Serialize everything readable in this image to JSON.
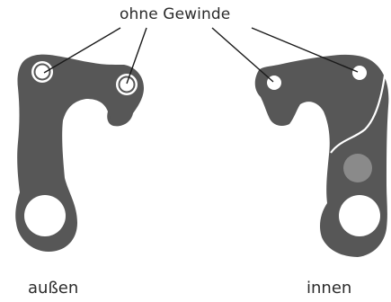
{
  "annotation": {
    "callout_label": "ohne Gewinde"
  },
  "captions": {
    "outer": "außen",
    "inner": "innen"
  },
  "colors": {
    "part_fill": "#575757",
    "hole_fill": "#ffffff",
    "inner_dot": "#8a8a8a",
    "leader_line": "#1a1a1a",
    "text": "#2b2b2b"
  }
}
